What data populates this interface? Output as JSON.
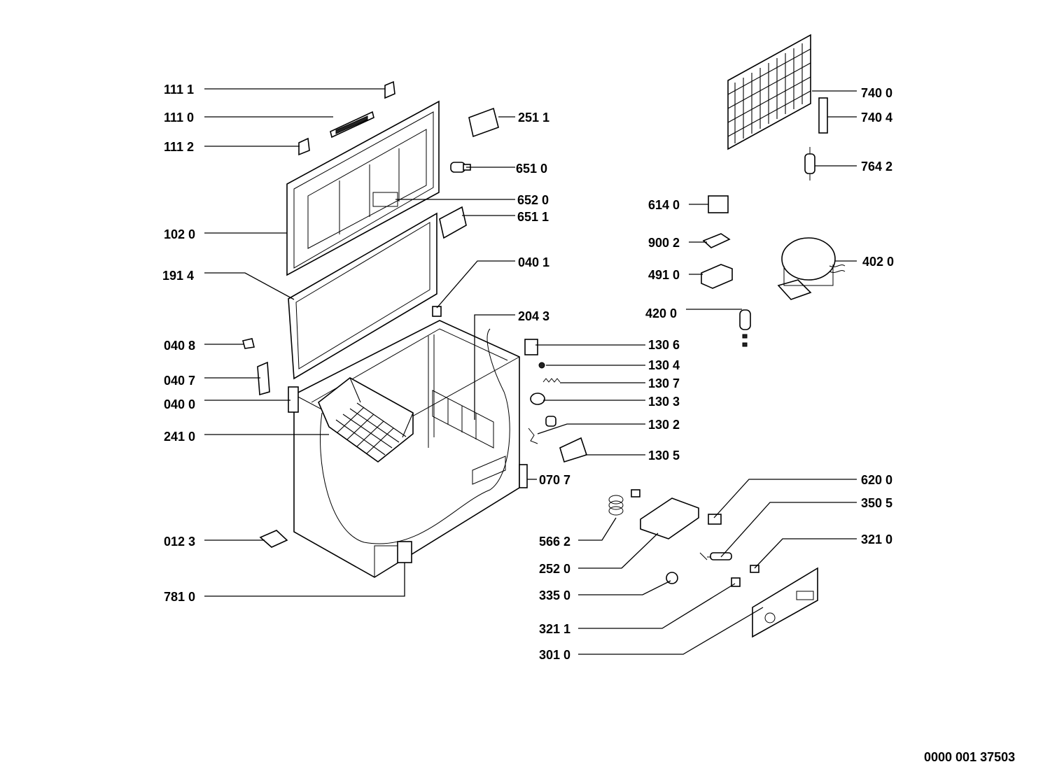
{
  "labels": {
    "l1111": "111 1",
    "l1110": "111 0",
    "l1112": "111 2",
    "l1020": "102 0",
    "l1914": "191 4",
    "l0408": "040 8",
    "l0407": "040 7",
    "l0400": "040 0",
    "l2410": "241 0",
    "l0123": "012 3",
    "l7810": "781 0",
    "l2511": "251 1",
    "l6510": "651 0",
    "l6520": "652 0",
    "l6511": "651 1",
    "l0401": "040 1",
    "l2043": "204 3",
    "l0707": "070 7",
    "l1306": "130 6",
    "l1304": "130 4",
    "l1307": "130 7",
    "l1303": "130 3",
    "l1302": "130 2",
    "l1305": "130 5",
    "l5662": "566 2",
    "l2520": "252 0",
    "l3350": "335 0",
    "l3211": "321 1",
    "l3010": "301 0",
    "l6200": "620 0",
    "l3505": "350 5",
    "l3210": "321 0",
    "l7400": "740 0",
    "l7404": "740 4",
    "l7642": "764 2",
    "l6140": "614 0",
    "l9002": "900 2",
    "l4910": "491 0",
    "l4200": "420 0",
    "l4020": "402 0"
  },
  "drawing_number": "0000 001 37503"
}
